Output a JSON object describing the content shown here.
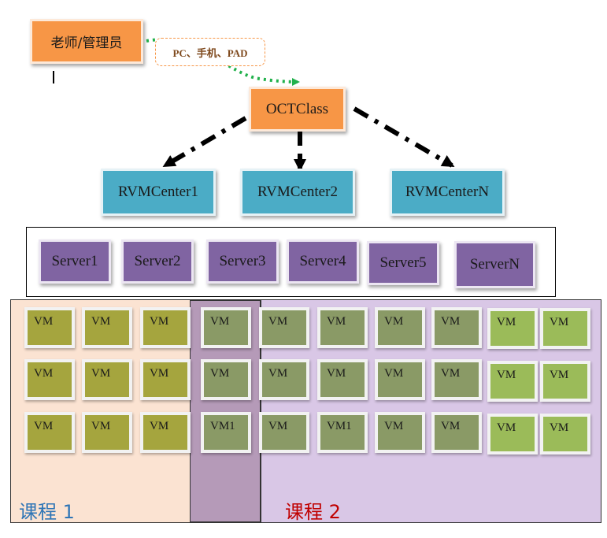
{
  "nodes": {
    "teacher": "老师/管理员",
    "devices": "PC、手机、PAD",
    "octclass": "OCTClass",
    "rvm": [
      "RVMCenter1",
      "RVMCenter2",
      "RVMCenterN"
    ],
    "servers": [
      "Server1",
      "Server2",
      "Server3",
      "Server4",
      "Server5",
      "ServerN"
    ]
  },
  "vm_grid": [
    [
      "VM",
      "VM",
      "VM",
      "VM",
      "VM",
      "VM",
      "VM",
      "VM",
      "VM",
      "VM"
    ],
    [
      "VM",
      "VM",
      "VM",
      "VM",
      "VM",
      "VM",
      "VM",
      "VM",
      "VM",
      "VM"
    ],
    [
      "VM",
      "VM",
      "VM",
      "VM1",
      "VM",
      "VM1",
      "VM",
      "VM",
      "VM",
      "VM"
    ]
  ],
  "courses": {
    "course1": "课程 1",
    "course2": "课程 2"
  },
  "colors": {
    "orange": "#f79646",
    "cyan": "#4bacc6",
    "purple": "#8064a2",
    "course1_region": "#fbe3d2",
    "course2_region": "#d9c7e6",
    "green_arrow": "#22b14c",
    "course1_text": "#2e75b6",
    "course2_text": "#c00000"
  }
}
